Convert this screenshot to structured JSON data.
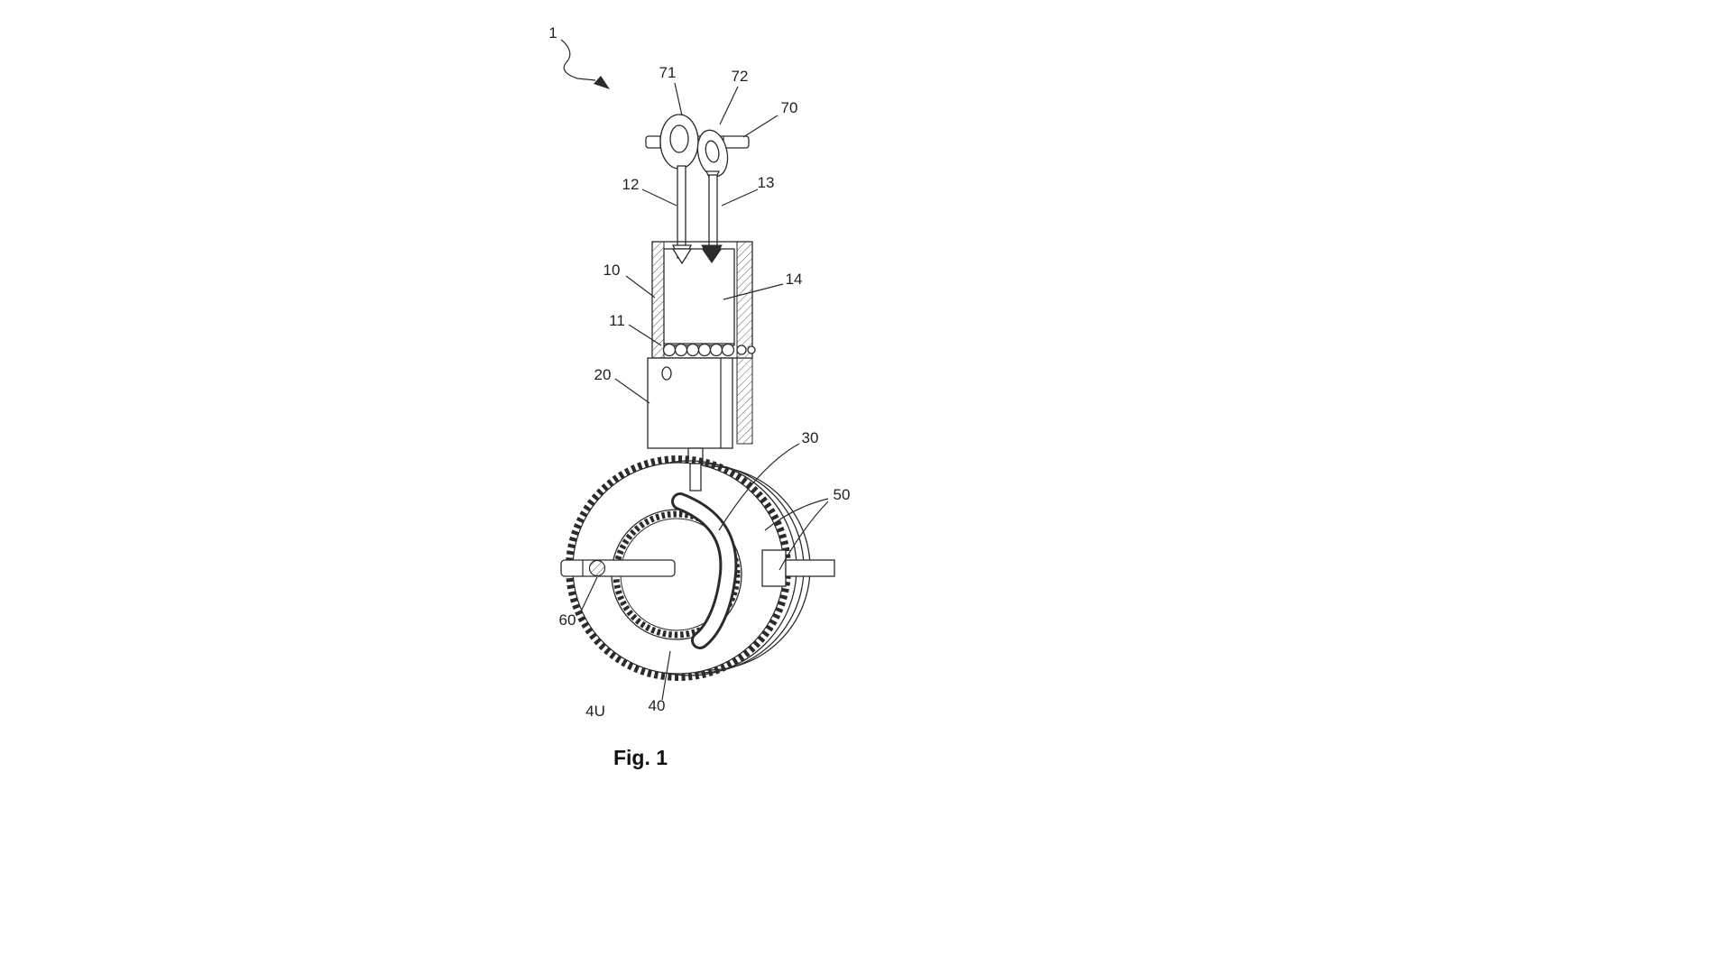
{
  "figure": {
    "caption": "Fig. 1",
    "labels": {
      "n1": "1",
      "n71": "71",
      "n72": "72",
      "n70": "70",
      "n12": "12",
      "n13": "13",
      "n10": "10",
      "n14": "14",
      "n11": "11",
      "n20": "20",
      "n30": "30",
      "n50": "50",
      "n60": "60",
      "n40": "40",
      "n40_partial": "4U"
    },
    "colors": {
      "line": "#2b2b2b",
      "background": "#ffffff",
      "hatch": "#555555"
    }
  }
}
